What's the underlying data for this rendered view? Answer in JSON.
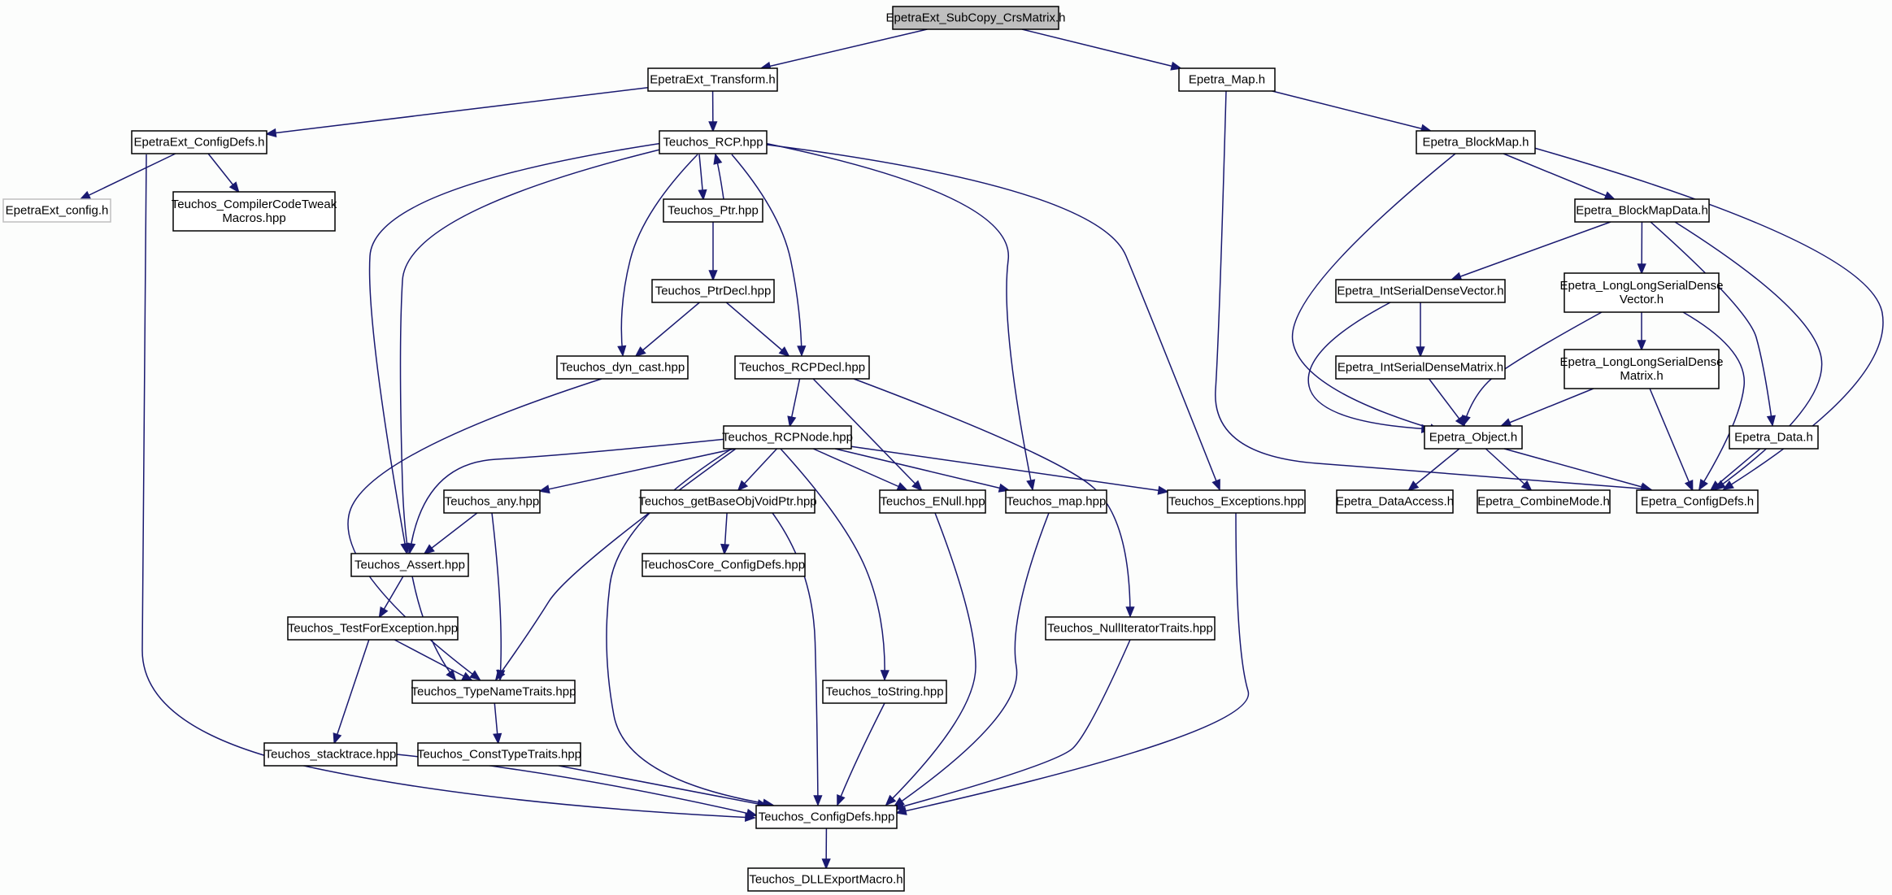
{
  "diagram": {
    "title": "",
    "colors": {
      "edge": "#191970",
      "node_border": "#000000",
      "root_fill": "#bfbfbf",
      "external_border": "#bfbfbf",
      "background": "#fcfdfc"
    },
    "nodes": [
      {
        "id": "subcopy",
        "lines": [
          "EpetraExt_SubCopy_CrsMatrix.h"
        ],
        "kind": "root"
      },
      {
        "id": "transform",
        "lines": [
          "EpetraExt_Transform.h"
        ]
      },
      {
        "id": "emap",
        "lines": [
          "Epetra_Map.h"
        ]
      },
      {
        "id": "extconfig",
        "lines": [
          "EpetraExt_ConfigDefs.h"
        ]
      },
      {
        "id": "rcp",
        "lines": [
          "Teuchos_RCP.hpp"
        ]
      },
      {
        "id": "blockmap",
        "lines": [
          "Epetra_BlockMap.h"
        ]
      },
      {
        "id": "extconfigh",
        "lines": [
          "EpetraExt_config.h"
        ],
        "kind": "external"
      },
      {
        "id": "compiler",
        "lines": [
          "Teuchos_CompilerCodeTweak",
          "Macros.hpp"
        ]
      },
      {
        "id": "ptr",
        "lines": [
          "Teuchos_Ptr.hpp"
        ]
      },
      {
        "id": "blockmapdata",
        "lines": [
          "Epetra_BlockMapData.h"
        ]
      },
      {
        "id": "ptrdecl",
        "lines": [
          "Teuchos_PtrDecl.hpp"
        ]
      },
      {
        "id": "intsdv",
        "lines": [
          "Epetra_IntSerialDenseVector.h"
        ]
      },
      {
        "id": "llsdv",
        "lines": [
          "Epetra_LongLongSerialDense",
          "Vector.h"
        ]
      },
      {
        "id": "dyncast",
        "lines": [
          "Teuchos_dyn_cast.hpp"
        ]
      },
      {
        "id": "rcpdecl",
        "lines": [
          "Teuchos_RCPDecl.hpp"
        ]
      },
      {
        "id": "intsdm",
        "lines": [
          "Epetra_IntSerialDenseMatrix.h"
        ]
      },
      {
        "id": "llsdm",
        "lines": [
          "Epetra_LongLongSerialDense",
          "Matrix.h"
        ]
      },
      {
        "id": "rcpnode",
        "lines": [
          "Teuchos_RCPNode.hpp"
        ]
      },
      {
        "id": "eobject",
        "lines": [
          "Epetra_Object.h"
        ]
      },
      {
        "id": "edata",
        "lines": [
          "Epetra_Data.h"
        ]
      },
      {
        "id": "any",
        "lines": [
          "Teuchos_any.hpp"
        ]
      },
      {
        "id": "getbase",
        "lines": [
          "Teuchos_getBaseObjVoidPtr.hpp"
        ]
      },
      {
        "id": "enull",
        "lines": [
          "Teuchos_ENull.hpp"
        ]
      },
      {
        "id": "tmap",
        "lines": [
          "Teuchos_map.hpp"
        ]
      },
      {
        "id": "exceptions",
        "lines": [
          "Teuchos_Exceptions.hpp"
        ]
      },
      {
        "id": "dataaccess",
        "lines": [
          "Epetra_DataAccess.h"
        ]
      },
      {
        "id": "combinemode",
        "lines": [
          "Epetra_CombineMode.h"
        ]
      },
      {
        "id": "econfig",
        "lines": [
          "Epetra_ConfigDefs.h"
        ]
      },
      {
        "id": "assert",
        "lines": [
          "Teuchos_Assert.hpp"
        ]
      },
      {
        "id": "coreconfig",
        "lines": [
          "TeuchosCore_ConfigDefs.hpp"
        ]
      },
      {
        "id": "testforexc",
        "lines": [
          "Teuchos_TestForException.hpp"
        ]
      },
      {
        "id": "nulliter",
        "lines": [
          "Teuchos_NullIteratorTraits.hpp"
        ]
      },
      {
        "id": "typename",
        "lines": [
          "Teuchos_TypeNameTraits.hpp"
        ]
      },
      {
        "id": "tostring",
        "lines": [
          "Teuchos_toString.hpp"
        ]
      },
      {
        "id": "stacktrace",
        "lines": [
          "Teuchos_stacktrace.hpp"
        ]
      },
      {
        "id": "consttype",
        "lines": [
          "Teuchos_ConstTypeTraits.hpp"
        ]
      },
      {
        "id": "tconfig",
        "lines": [
          "Teuchos_ConfigDefs.hpp"
        ]
      },
      {
        "id": "dllexport",
        "lines": [
          "Teuchos_DLLExportMacro.h"
        ]
      }
    ],
    "edges": [
      [
        "subcopy",
        "transform"
      ],
      [
        "subcopy",
        "emap"
      ],
      [
        "transform",
        "extconfig"
      ],
      [
        "transform",
        "rcp"
      ],
      [
        "emap",
        "blockmap"
      ],
      [
        "emap",
        "econfig"
      ],
      [
        "extconfig",
        "extconfigh"
      ],
      [
        "extconfig",
        "compiler"
      ],
      [
        "extconfig",
        "tconfig"
      ],
      [
        "rcp",
        "ptr"
      ],
      [
        "rcp",
        "dyncast"
      ],
      [
        "rcp",
        "rcpdecl"
      ],
      [
        "rcp",
        "assert"
      ],
      [
        "rcp",
        "typename"
      ],
      [
        "rcp",
        "tmap"
      ],
      [
        "rcp",
        "exceptions"
      ],
      [
        "ptr",
        "rcp"
      ],
      [
        "ptr",
        "ptrdecl"
      ],
      [
        "ptrdecl",
        "dyncast"
      ],
      [
        "ptrdecl",
        "rcpdecl"
      ],
      [
        "dyncast",
        "typename"
      ],
      [
        "rcpdecl",
        "rcpnode"
      ],
      [
        "rcpdecl",
        "enull"
      ],
      [
        "rcpdecl",
        "nulliter"
      ],
      [
        "rcpnode",
        "any"
      ],
      [
        "rcpnode",
        "assert"
      ],
      [
        "rcpnode",
        "typename"
      ],
      [
        "rcpnode",
        "getbase"
      ],
      [
        "rcpnode",
        "enull"
      ],
      [
        "rcpnode",
        "tmap"
      ],
      [
        "rcpnode",
        "exceptions"
      ],
      [
        "rcpnode",
        "tostring"
      ],
      [
        "rcpnode",
        "tconfig"
      ],
      [
        "any",
        "assert"
      ],
      [
        "any",
        "typename"
      ],
      [
        "assert",
        "testforexc"
      ],
      [
        "testforexc",
        "typename"
      ],
      [
        "testforexc",
        "stacktrace"
      ],
      [
        "typename",
        "consttype"
      ],
      [
        "getbase",
        "coreconfig"
      ],
      [
        "getbase",
        "tconfig"
      ],
      [
        "enull",
        "tconfig"
      ],
      [
        "tmap",
        "tconfig"
      ],
      [
        "exceptions",
        "tconfig"
      ],
      [
        "tostring",
        "tconfig"
      ],
      [
        "nulliter",
        "tconfig"
      ],
      [
        "stacktrace",
        "tconfig"
      ],
      [
        "consttype",
        "tconfig"
      ],
      [
        "tconfig",
        "dllexport"
      ],
      [
        "blockmap",
        "blockmapdata"
      ],
      [
        "blockmap",
        "eobject"
      ],
      [
        "blockmap",
        "econfig"
      ],
      [
        "blockmapdata",
        "intsdv"
      ],
      [
        "blockmapdata",
        "llsdv"
      ],
      [
        "blockmapdata",
        "edata"
      ],
      [
        "blockmapdata",
        "econfig"
      ],
      [
        "intsdv",
        "intsdm"
      ],
      [
        "intsdv",
        "eobject"
      ],
      [
        "llsdv",
        "llsdm"
      ],
      [
        "llsdv",
        "eobject"
      ],
      [
        "llsdv",
        "econfig"
      ],
      [
        "intsdm",
        "eobject"
      ],
      [
        "llsdm",
        "eobject"
      ],
      [
        "llsdm",
        "econfig"
      ],
      [
        "eobject",
        "dataaccess"
      ],
      [
        "eobject",
        "combinemode"
      ],
      [
        "eobject",
        "econfig"
      ],
      [
        "edata",
        "econfig"
      ]
    ]
  }
}
